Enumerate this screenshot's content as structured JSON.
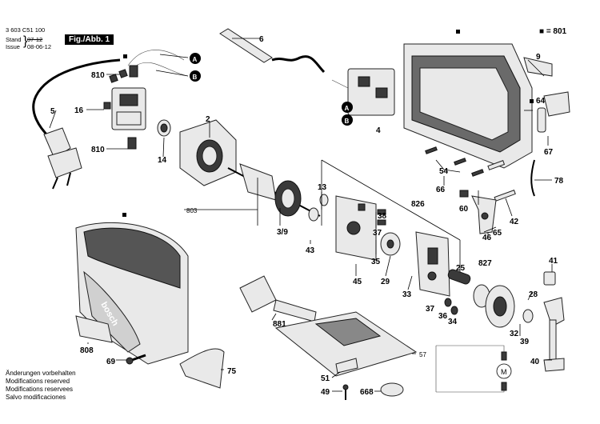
{
  "header": {
    "part_number": "3 603 C51 100",
    "stand_label": "Stand",
    "stand_value": "07-12",
    "issue_label": "Issue",
    "issue_value": "08-06-12",
    "figure_label": "Fig./Abb. 1",
    "equivalence": "■ = 801"
  },
  "footer_lines": [
    "Änderungen vorbehalten",
    "Modifications reserved",
    "Modifications reservees",
    "Salvo modificaciones"
  ],
  "connectors": {
    "a": "A",
    "b": "B"
  },
  "callouts": {
    "c2": "2",
    "c3_9": "3/9",
    "c4": "4",
    "c5": "5",
    "c6": "6",
    "c9": "9",
    "c13": "13",
    "c14": "14",
    "c16": "16",
    "c25": "25",
    "c28": "28",
    "c29": "29",
    "c32": "32",
    "c33": "33",
    "c34": "34",
    "c35": "35",
    "c36": "36",
    "c37": "37",
    "c38": "38",
    "c39": "39",
    "c40": "40",
    "c41": "41",
    "c42": "42",
    "c43": "43",
    "c45": "45",
    "c46": "46",
    "c49": "49",
    "c51": "51",
    "c54": "54",
    "c57": "57",
    "c60": "60",
    "c64": "64",
    "c65": "65",
    "c66": "66",
    "c67": "67",
    "c69": "69",
    "c75": "75",
    "c78": "78",
    "c803": "803",
    "c808": "808",
    "c810a": "810",
    "c810b": "810",
    "c826": "826",
    "c827": "827",
    "c881": "881",
    "c668": "668"
  },
  "brand_text": "bosch",
  "motor_symbol": "M"
}
